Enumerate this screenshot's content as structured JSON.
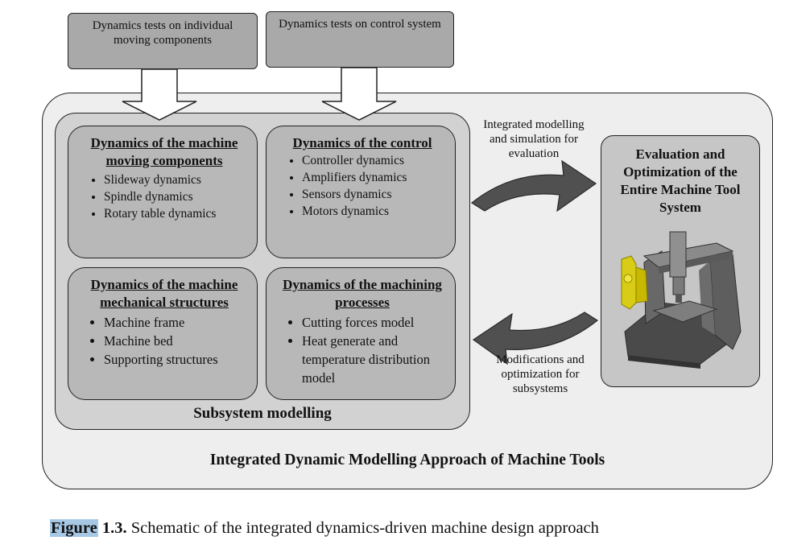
{
  "top_boxes": {
    "left": "Dynamics tests on individual moving components",
    "right": "Dynamics tests on control system"
  },
  "subsystems": [
    {
      "title": "Dynamics of the machine moving components",
      "items": [
        "Slideway dynamics",
        "Spindle dynamics",
        "Rotary table dynamics"
      ]
    },
    {
      "title": "Dynamics of the control",
      "items": [
        "Controller dynamics",
        "Amplifiers dynamics",
        "Sensors dynamics",
        "Motors dynamics"
      ]
    },
    {
      "title": "Dynamics of the machine mechanical structures",
      "items": [
        "Machine frame",
        "Machine bed",
        "Supporting structures"
      ]
    },
    {
      "title": "Dynamics of the machining processes",
      "items": [
        "Cutting forces model",
        "Heat generate and temperature distribution model"
      ]
    }
  ],
  "subsystem_label": "Subsystem modelling",
  "evaluation_box": {
    "title": "Evaluation and Optimization of the Entire Machine Tool System",
    "image_icon": "machine-tool-3d-model"
  },
  "notes": {
    "top": "Integrated modelling and simulation for evaluation",
    "bottom": "Modifications and optimization for subsystems"
  },
  "outer_label": "Integrated Dynamic Modelling Approach of Machine Tools",
  "caption": {
    "figure_word": "Figure",
    "number": " 1.3.",
    "text": " Schematic of the integrated dynamics-driven machine design approach"
  },
  "colors": {
    "outer_fill": "#eeeeee",
    "subsystem_fill": "#d2d2d2",
    "inner_fill": "#b8b8b8",
    "arrow_fill": "#505050",
    "highlight": "#a6c8e4"
  }
}
